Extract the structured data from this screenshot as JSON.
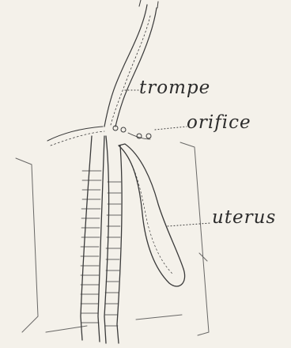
{
  "labels": {
    "trompe": "trompe",
    "orifice": "orifice",
    "uterus": "uterus"
  },
  "colors": {
    "ink": "#3a3a3a",
    "paper": "#f4f1ea"
  }
}
